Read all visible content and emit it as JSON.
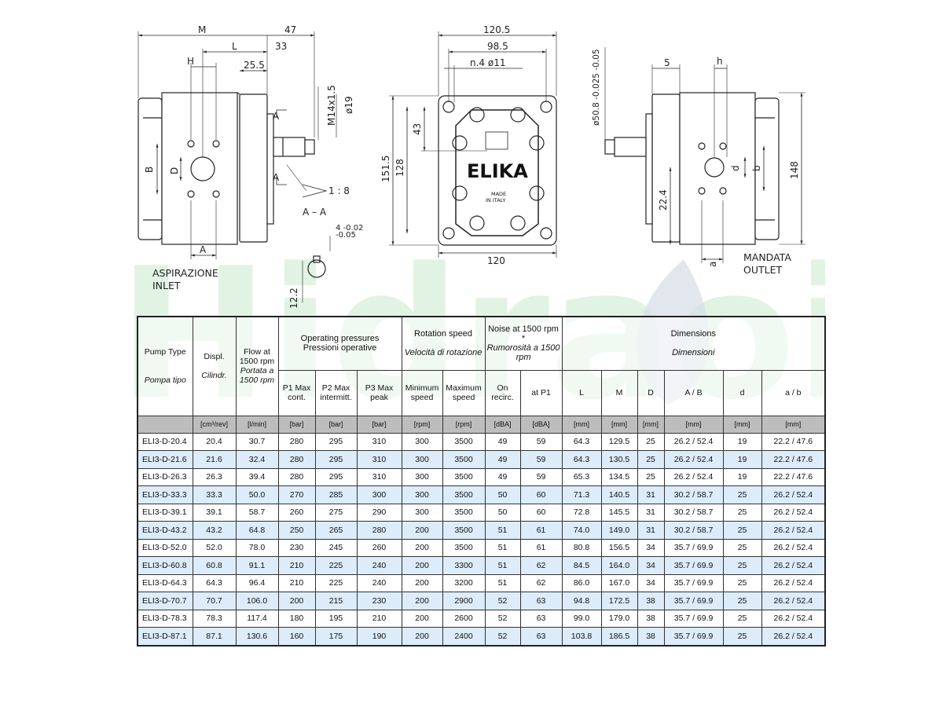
{
  "drawing": {
    "logo": "ELIKA",
    "made_in": "MADE\nIN ITALY",
    "label_inlet_1": "ASPIRAZIONE",
    "label_inlet_2": "INLET",
    "label_outlet_1": "MANDATA",
    "label_outlet_2": "OUTLET",
    "section": "A – A",
    "taper": "1 : 8",
    "dims": {
      "M": "M",
      "d47": "47",
      "L": "L",
      "d33": "33",
      "H": "H",
      "d25_5": "25.5",
      "D": "D",
      "B": "B",
      "A": "A",
      "M14": "M14x1.5",
      "phi19": "ø19",
      "tol_a": "4 -0.02",
      "tol_b": "-0.05",
      "d12_2": "12.2",
      "d120_5": "120.5",
      "d98_5": "98.5",
      "n4": "n.4  ø11",
      "d43": "43",
      "d128": "128",
      "d151_5": "151.5",
      "d120": "120",
      "phi50": "ø50.8 -0.025 -0.05",
      "d5": "5",
      "h": "h",
      "d": "d",
      "b": "b",
      "d22_4": "22.4",
      "d148": "148",
      "a": "a"
    }
  },
  "watermark": "Hidraoil",
  "table": {
    "headers": {
      "pump_type_en": "Pump Type",
      "pump_type_it": "Pompa tipo",
      "displ_en": "Displ.",
      "displ_it": "Cilindr.",
      "flow_en": "Flow at 1500 rpm",
      "flow_it": "Portata a 1500 rpm",
      "pressures_en": "Operating pressures",
      "pressures_it": "Pressioni operative",
      "p1": "P1 Max cont.",
      "p2": "P2 Max intermitt.",
      "p3": "P3 Max peak",
      "rotation_en": "Rotation speed",
      "rotation_it": "Velocità di rotazione",
      "min_speed": "Minimum speed",
      "max_speed": "Maximum speed",
      "noise_en": "Noise at 1500 rpm *",
      "noise_it": "Rumorosità a 1500 rpm",
      "on_recirc": "On recirc.",
      "at_p1": "at P1",
      "dimensions_en": "Dimensions",
      "dimensions_it": "Dimensioni",
      "L": "L",
      "M": "M",
      "D": "D",
      "AB": "A / B",
      "d": "d",
      "ab": "a / b"
    },
    "units": [
      "",
      "[cm³/rev]",
      "[l/min]",
      "[bar]",
      "[bar]",
      "[bar]",
      "[rpm]",
      "[rpm]",
      "[dBA]",
      "[dBA]",
      "[mm]",
      "[mm]",
      "[mm]",
      "[mm]",
      "[mm]",
      "[mm]"
    ],
    "rows": [
      [
        "ELI3-D-20.4",
        "20.4",
        "30.7",
        "280",
        "295",
        "310",
        "300",
        "3500",
        "49",
        "59",
        "64.3",
        "129.5",
        "25",
        "26.2 / 52.4",
        "19",
        "22.2 / 47.6"
      ],
      [
        "ELI3-D-21.6",
        "21.6",
        "32.4",
        "280",
        "295",
        "310",
        "300",
        "3500",
        "49",
        "59",
        "64.3",
        "130.5",
        "25",
        "26.2 / 52.4",
        "19",
        "22.2 / 47.6"
      ],
      [
        "ELI3-D-26.3",
        "26.3",
        "39.4",
        "280",
        "295",
        "310",
        "300",
        "3500",
        "49",
        "59",
        "65.3",
        "134.5",
        "25",
        "26.2 / 52.4",
        "19",
        "22.2 / 47.6"
      ],
      [
        "ELI3-D-33.3",
        "33.3",
        "50.0",
        "270",
        "285",
        "300",
        "300",
        "3500",
        "50",
        "60",
        "71.3",
        "140.5",
        "31",
        "30.2 / 58.7",
        "25",
        "26.2 / 52.4"
      ],
      [
        "ELI3-D-39.1",
        "39.1",
        "58.7",
        "260",
        "275",
        "290",
        "300",
        "3500",
        "50",
        "60",
        "72.8",
        "145.5",
        "31",
        "30.2 / 58.7",
        "25",
        "26.2 / 52.4"
      ],
      [
        "ELI3-D-43.2",
        "43.2",
        "64.8",
        "250",
        "265",
        "280",
        "200",
        "3500",
        "51",
        "61",
        "74.0",
        "149.0",
        "31",
        "30.2 / 58.7",
        "25",
        "26.2 / 52.4"
      ],
      [
        "ELI3-D-52.0",
        "52.0",
        "78.0",
        "230",
        "245",
        "260",
        "200",
        "3500",
        "51",
        "61",
        "80.8",
        "156.5",
        "34",
        "35.7 / 69.9",
        "25",
        "26.2 / 52.4"
      ],
      [
        "ELI3-D-60.8",
        "60.8",
        "91.1",
        "210",
        "225",
        "240",
        "200",
        "3300",
        "51",
        "62",
        "84.5",
        "164.0",
        "34",
        "35.7 / 69.9",
        "25",
        "26.2 / 52.4"
      ],
      [
        "ELI3-D-64.3",
        "64.3",
        "96.4",
        "210",
        "225",
        "240",
        "200",
        "3200",
        "51",
        "62",
        "86.0",
        "167.0",
        "34",
        "35.7 / 69.9",
        "25",
        "26.2 / 52.4"
      ],
      [
        "ELI3-D-70.7",
        "70.7",
        "106.0",
        "200",
        "215",
        "230",
        "200",
        "2900",
        "52",
        "63",
        "94.8",
        "172.5",
        "38",
        "35.7 / 69.9",
        "25",
        "26.2 / 52.4"
      ],
      [
        "ELI3-D-78.3",
        "78.3",
        "117.4",
        "180",
        "195",
        "210",
        "200",
        "2600",
        "52",
        "63",
        "99.0",
        "179.0",
        "38",
        "35.7 / 69.9",
        "25",
        "26.2 / 52.4"
      ],
      [
        "ELI3-D-87.1",
        "87.1",
        "130.6",
        "160",
        "175",
        "190",
        "200",
        "2400",
        "52",
        "63",
        "103.8",
        "186.5",
        "38",
        "35.7 / 69.9",
        "25",
        "26.2 / 52.4"
      ]
    ]
  }
}
